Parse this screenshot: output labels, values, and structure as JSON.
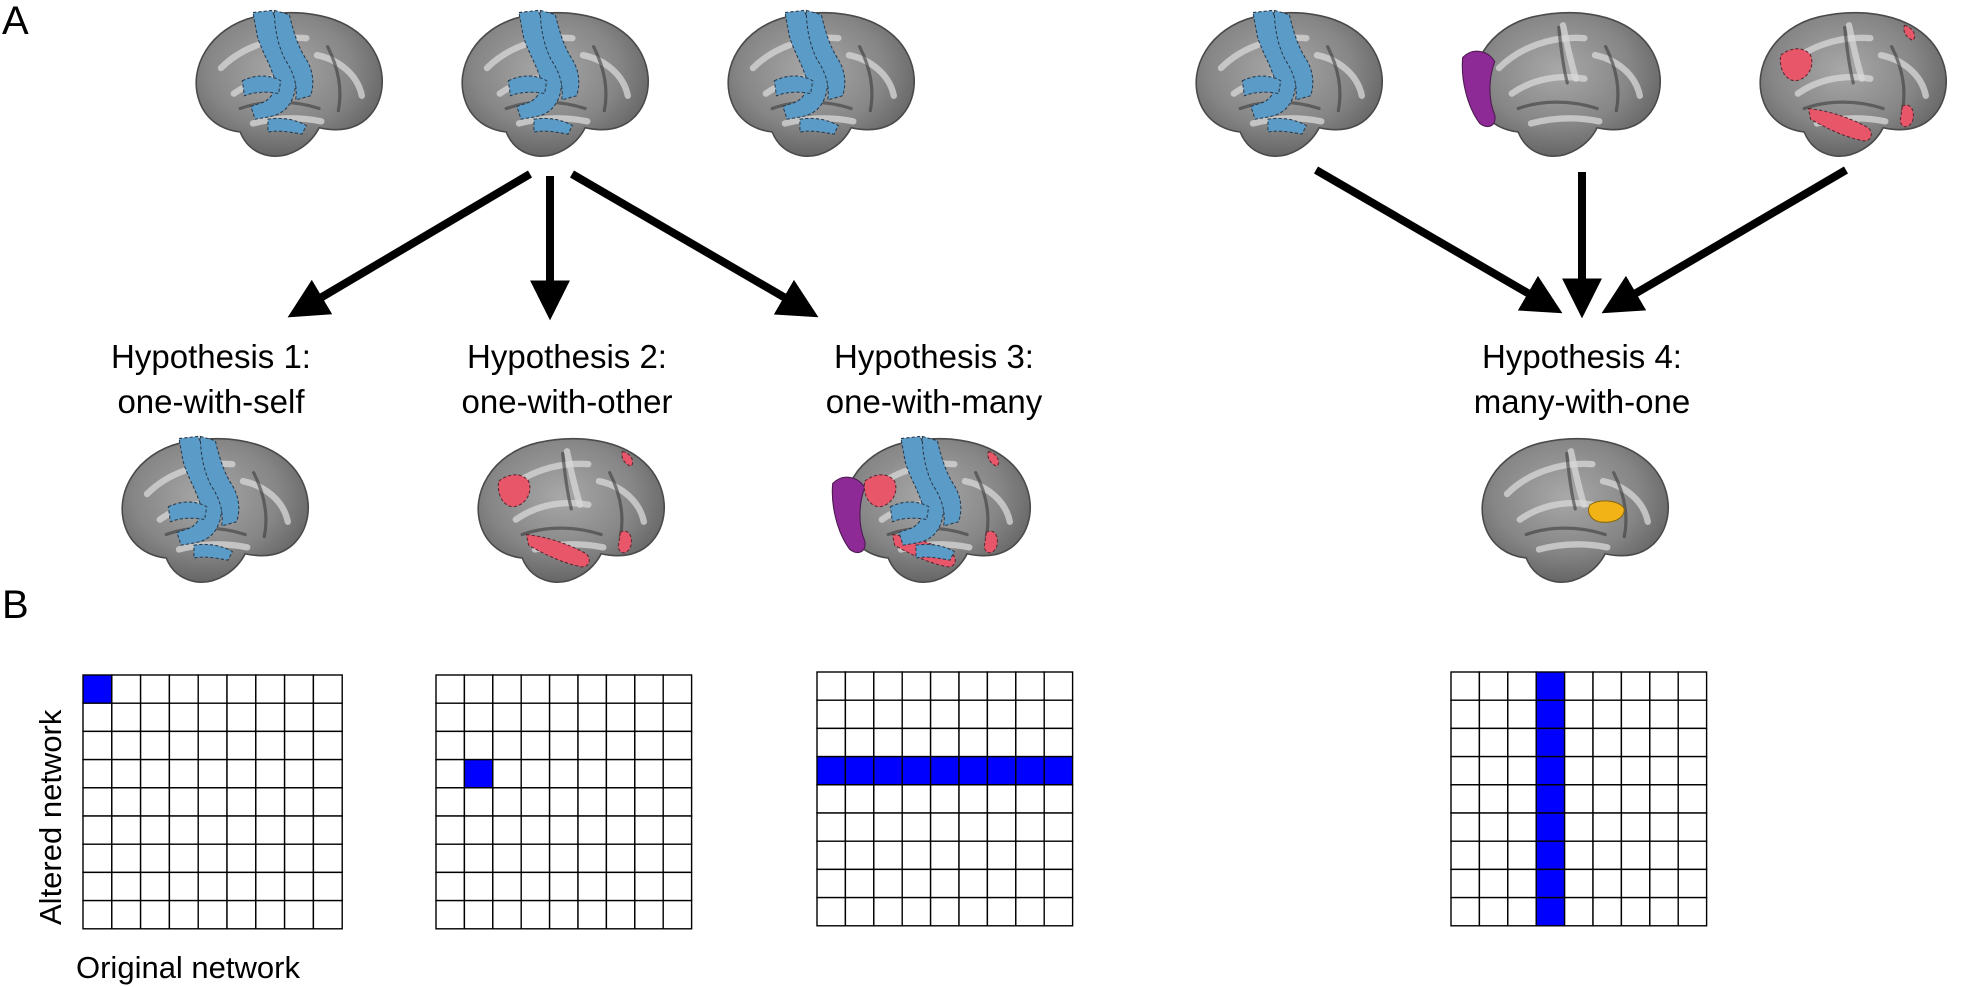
{
  "panels": {
    "a": "A",
    "b": "B"
  },
  "hypotheses": [
    {
      "line1": "Hypothesis 1:",
      "line2": "one-with-self"
    },
    {
      "line1": "Hypothesis 2:",
      "line2": "one-with-other"
    },
    {
      "line1": "Hypothesis 3:",
      "line2": "one-with-many"
    },
    {
      "line1": "Hypothesis 4:",
      "line2": "many-with-one"
    }
  ],
  "axes": {
    "y_label": "Altered network",
    "x_label": "Original network"
  },
  "colors": {
    "highlight_cell": "#0000ff",
    "network_blue": "#5b9bc7",
    "network_red": "#e8566a",
    "network_purple": "#8e2a96",
    "network_orange": "#f2b316"
  },
  "matrices": [
    {
      "size": 9,
      "highlighted_cells": [
        [
          0,
          0
        ]
      ]
    },
    {
      "size": 9,
      "highlighted_cells": [
        [
          3,
          1
        ]
      ]
    },
    {
      "size": 9,
      "highlighted_row": 3
    },
    {
      "size": 9,
      "highlighted_column": 3
    }
  ]
}
